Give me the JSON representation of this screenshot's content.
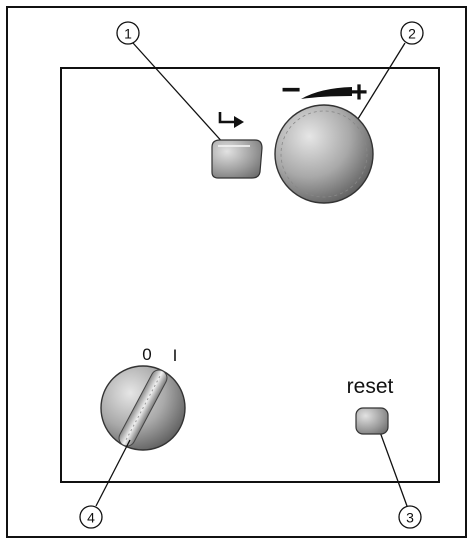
{
  "callouts": {
    "c1": "①",
    "c2": "②",
    "c3": "③",
    "c4": "④"
  },
  "dial": {
    "minus_label": "−",
    "plus_label": "+"
  },
  "switch": {
    "off_label": "0",
    "on_label": "I"
  },
  "reset": {
    "label": "reset"
  },
  "colors": {
    "outline": "#111111",
    "knob_dark": "#6f6f6f",
    "knob_light": "#d9d9d9"
  }
}
